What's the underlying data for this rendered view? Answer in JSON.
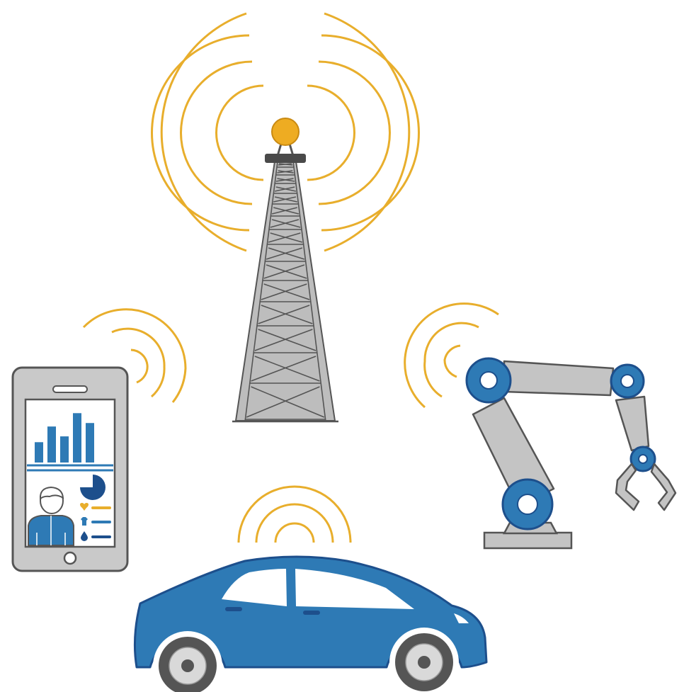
{
  "colors": {
    "signal": "#E8AE2C",
    "tower_fill": "#BDBDBD",
    "outline": "#555555",
    "dark_gray": "#4A4A4A",
    "antenna_tip": "#EEAC22",
    "blue": "#2E7AB5",
    "dark_blue": "#1D4F8C",
    "screen_bg": "#FFFFFF",
    "robot_gray": "#C4C4C4",
    "tire": "#555555",
    "hub": "#D9D9D9"
  },
  "nodes": [
    {
      "id": "tower",
      "icon": "cell-tower-icon"
    },
    {
      "id": "smartphone",
      "icon": "smartphone-health-dashboard-icon"
    },
    {
      "id": "car",
      "icon": "connected-car-icon"
    },
    {
      "id": "robot",
      "icon": "industrial-robot-arm-icon"
    }
  ],
  "smartphone_chart": {
    "bar_levels": [
      0.35,
      0.62,
      0.45,
      0.85,
      0.68
    ],
    "pie_fraction": 0.75
  }
}
